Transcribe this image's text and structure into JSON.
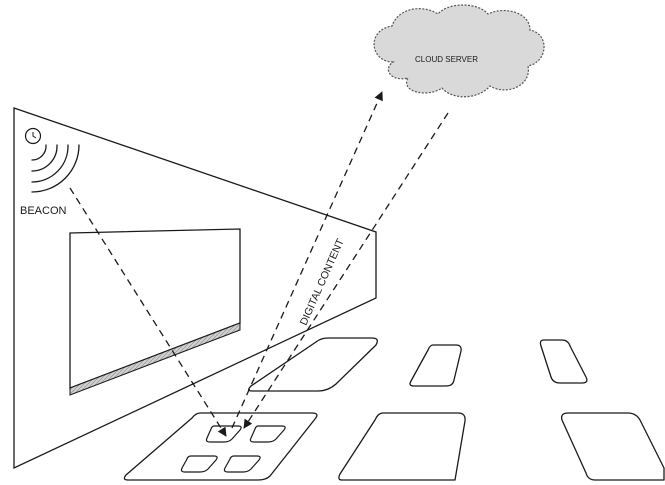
{
  "labels": {
    "cloud": "CLOUD SERVER",
    "beacon": "BEACON",
    "content": "DIGITAL CONTENT"
  },
  "colors": {
    "stroke": "#1a1a1a",
    "cloud_fill": "#d9d9d9",
    "board_ledge": "#bcbcbc"
  }
}
